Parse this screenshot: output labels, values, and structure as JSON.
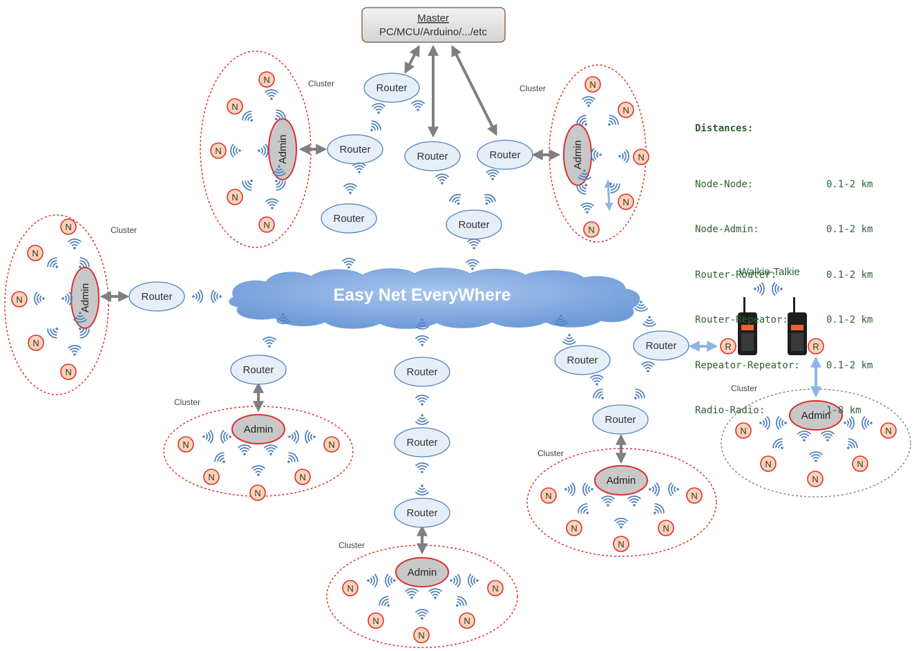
{
  "master": {
    "title": "Master",
    "subtitle": "PC/MCU/Arduino/.../etc"
  },
  "cloud": {
    "label": "Easy Net EveryWhere"
  },
  "labels": {
    "router": "Router",
    "admin": "Admin",
    "node": "N",
    "radio": "R",
    "cluster": "Cluster",
    "walkie_talkie": "Walkie-Talkie"
  },
  "distances": {
    "title": "Distances:",
    "rows": [
      {
        "key": "Node-Node:",
        "value": "0.1-2 km"
      },
      {
        "key": "Node-Admin:",
        "value": "0.1-2 km"
      },
      {
        "key": "Router-Router:",
        "value": "0.1-2 km"
      },
      {
        "key": "Router-Repeator:",
        "value": "0.1-2 km"
      },
      {
        "key": "Repeator-Repeator:",
        "value": "0.1-2 km"
      },
      {
        "key": "Radio-Radio:",
        "value": "1-8 km"
      }
    ]
  },
  "colors": {
    "router_fill": "#e6eef8",
    "router_stroke": "#4f81bd",
    "node_fill": "#fbd3b8",
    "node_stroke": "#d9302c",
    "admin_fill": "#c8c8c8",
    "cluster_stroke": "#d9302c",
    "radio_cluster_stroke": "#888888",
    "arrow_gray": "#7f7f7f",
    "arrow_blue": "#8fb4e3",
    "signal": "#4f81bd",
    "cloud_fill": "#8fb3e3",
    "distance_text": "#2f5f2f"
  }
}
